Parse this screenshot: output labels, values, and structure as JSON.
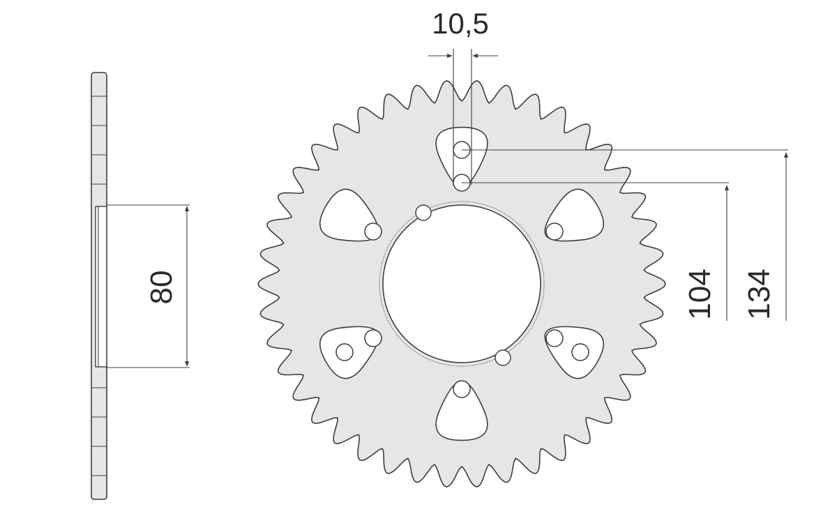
{
  "dimensions": {
    "hole_spacing": "10,5",
    "hub_height": "80",
    "bolt_circle_inner": "104",
    "bolt_circle_outer": "134"
  },
  "sprocket": {
    "teeth": 42
  },
  "colors": {
    "fill": "#e6e6e6",
    "line": "#3d3d3d",
    "background": "#ffffff"
  }
}
